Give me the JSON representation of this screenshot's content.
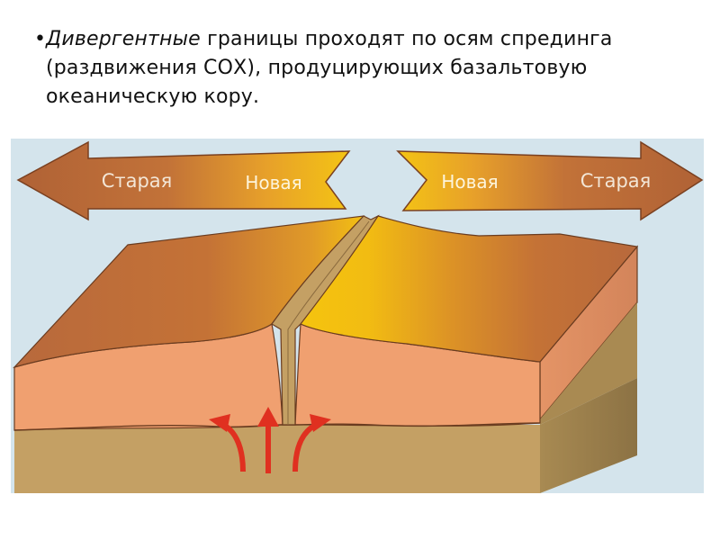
{
  "slide": {
    "bullet": "•",
    "italic_term": "Дивергентные",
    "text_rest": " границы проходят по осям спрединга (раздвижения СОХ), продуцирующих базальтовую океаническую кору."
  },
  "diagram": {
    "left_arrow": {
      "old_label": "Старая",
      "new_label": "Новая"
    },
    "right_arrow": {
      "new_label": "Новая",
      "old_label": "Старая"
    },
    "colors": {
      "background": "#d4e4ec",
      "arrow_brown": "#b8683a",
      "young_crust": "#f0c010",
      "old_crust": "#b8683a",
      "crust_side": "#f0a070",
      "mantle": "#c4a064",
      "magma_arrows": "#e03020"
    }
  }
}
